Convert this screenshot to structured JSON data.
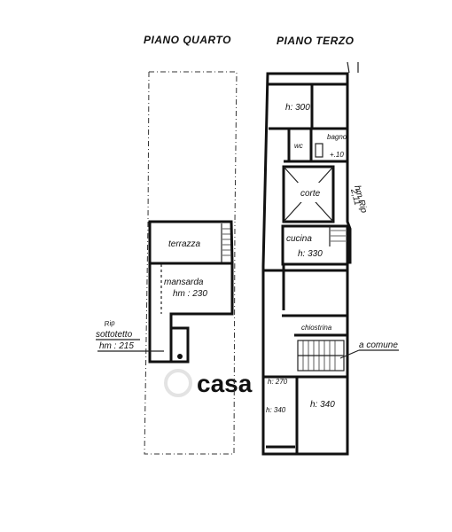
{
  "headers": {
    "upper": "PIANO QUARTO",
    "lower": "PIANO TERZO"
  },
  "rooms": {
    "terrazza": "terrazza",
    "mansarda": "mansarda",
    "mansarda_h": "hm : 230",
    "rip_left": "Rip",
    "sottotetto": "sottotetto",
    "sottotetto_h": "hm : 215",
    "h300": "h: 300",
    "wc": "wc",
    "bagno": "bagno",
    "bagno_h": "+.10",
    "corte": "corte",
    "hm_rip": "hm Rip",
    "hm_rip_val": "2,11",
    "cucina": "cucina",
    "cucina_h": "h: 330",
    "chiostrina": "chiostrina",
    "a_comune": "a comune",
    "h270": "h: 270",
    "h340a": "h: 340",
    "h340b": "h: 340"
  },
  "watermark": "casa"
}
